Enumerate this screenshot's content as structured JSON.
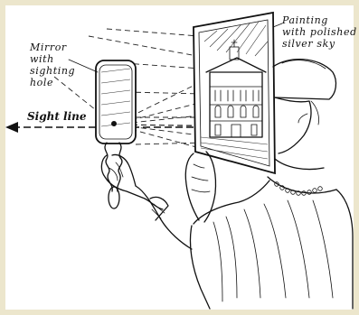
{
  "labels": {
    "mirror_line1": "Mirror",
    "mirror_line2": "with",
    "mirror_line3": "sighting",
    "mirror_line4": "hole",
    "painting_line1": "Painting",
    "painting_line2": "with polished",
    "painting_line3": "silver sky",
    "sight_line": "Sight line"
  },
  "colors": {
    "frame": "#ece6cc",
    "paper": "#ffffff",
    "ink": "#111111"
  }
}
